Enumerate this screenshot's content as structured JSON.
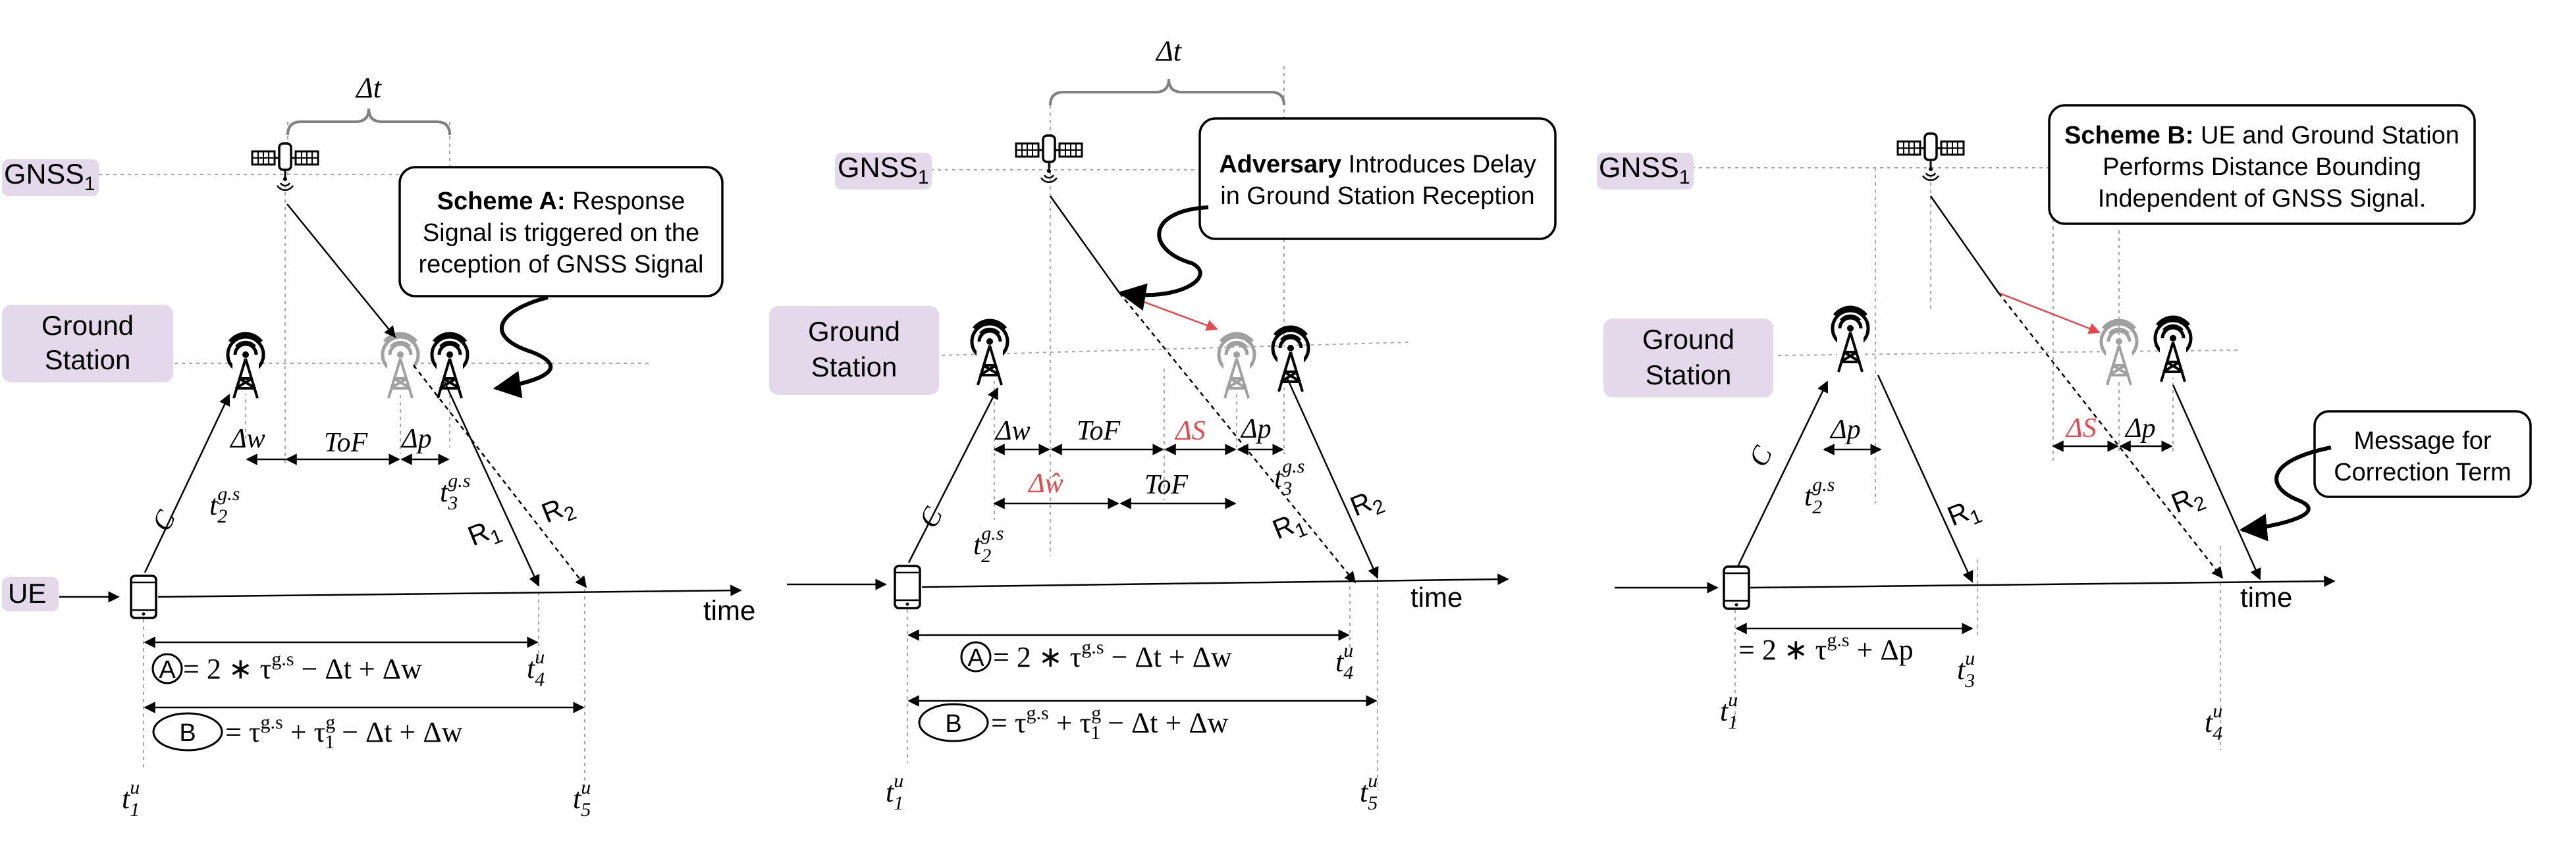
{
  "labels": {
    "gnss": "GNSS",
    "gnss_sub": "1",
    "ground_station_line1": "Ground",
    "ground_station_line2": "Station",
    "ue": "UE",
    "time": "time",
    "c": "C",
    "r": "R",
    "r1_sub": "1",
    "r2_sub": "2",
    "delta_t": "Δt",
    "delta_w": "Δw",
    "tof": "ToF",
    "delta_p": "Δp",
    "delta_s": "ΔS",
    "delta_w_hat": "Δŵ",
    "t": "t",
    "sup_u": "u",
    "sup_gs": "g.s",
    "sub_1": "1",
    "sub_2": "2",
    "sub_3": "3",
    "sub_4": "4",
    "sub_5": "5",
    "circle_a": "A",
    "circle_b": "B",
    "eq_a_prefix": "= 2 ∗ τ",
    "eq_a_suffix": " − Δt + Δw",
    "eq_b_prefix": "= τ",
    "eq_b_mid": " + τ",
    "eq_b_suffix": " − Δt + Δw",
    "eq_c_prefix": "= 2 ∗ τ",
    "eq_c_suffix": " + Δp",
    "sup_gs_roman": "g.s",
    "sup_g": "g",
    "sub_tau1": "1"
  },
  "callouts": {
    "scheme_a": {
      "bold": "Scheme A:",
      "line1_rest": " Response",
      "line2": "Signal is triggered on the",
      "line3": "reception of GNSS Signal"
    },
    "adversary": {
      "bold": "Adversary",
      "line1_rest": " Introduces Delay",
      "line2": "in Ground Station Reception"
    },
    "scheme_b": {
      "bold": "Scheme B:",
      "line1_rest": " UE and Ground Station",
      "line2": "Performs Distance Bounding",
      "line3": "Independent of GNSS Signal."
    },
    "correction": {
      "line1": "Message for",
      "line2": "Correction Term"
    }
  },
  "colors": {
    "highlight_box": "#e3d9ea",
    "adversary_red": "#e8474c",
    "guide_gray": "#a8a8a8",
    "ghost_tower_gray": "#a0a0a0"
  },
  "icons": [
    "satellite-icon",
    "antenna-tower-icon",
    "smartphone-icon"
  ]
}
